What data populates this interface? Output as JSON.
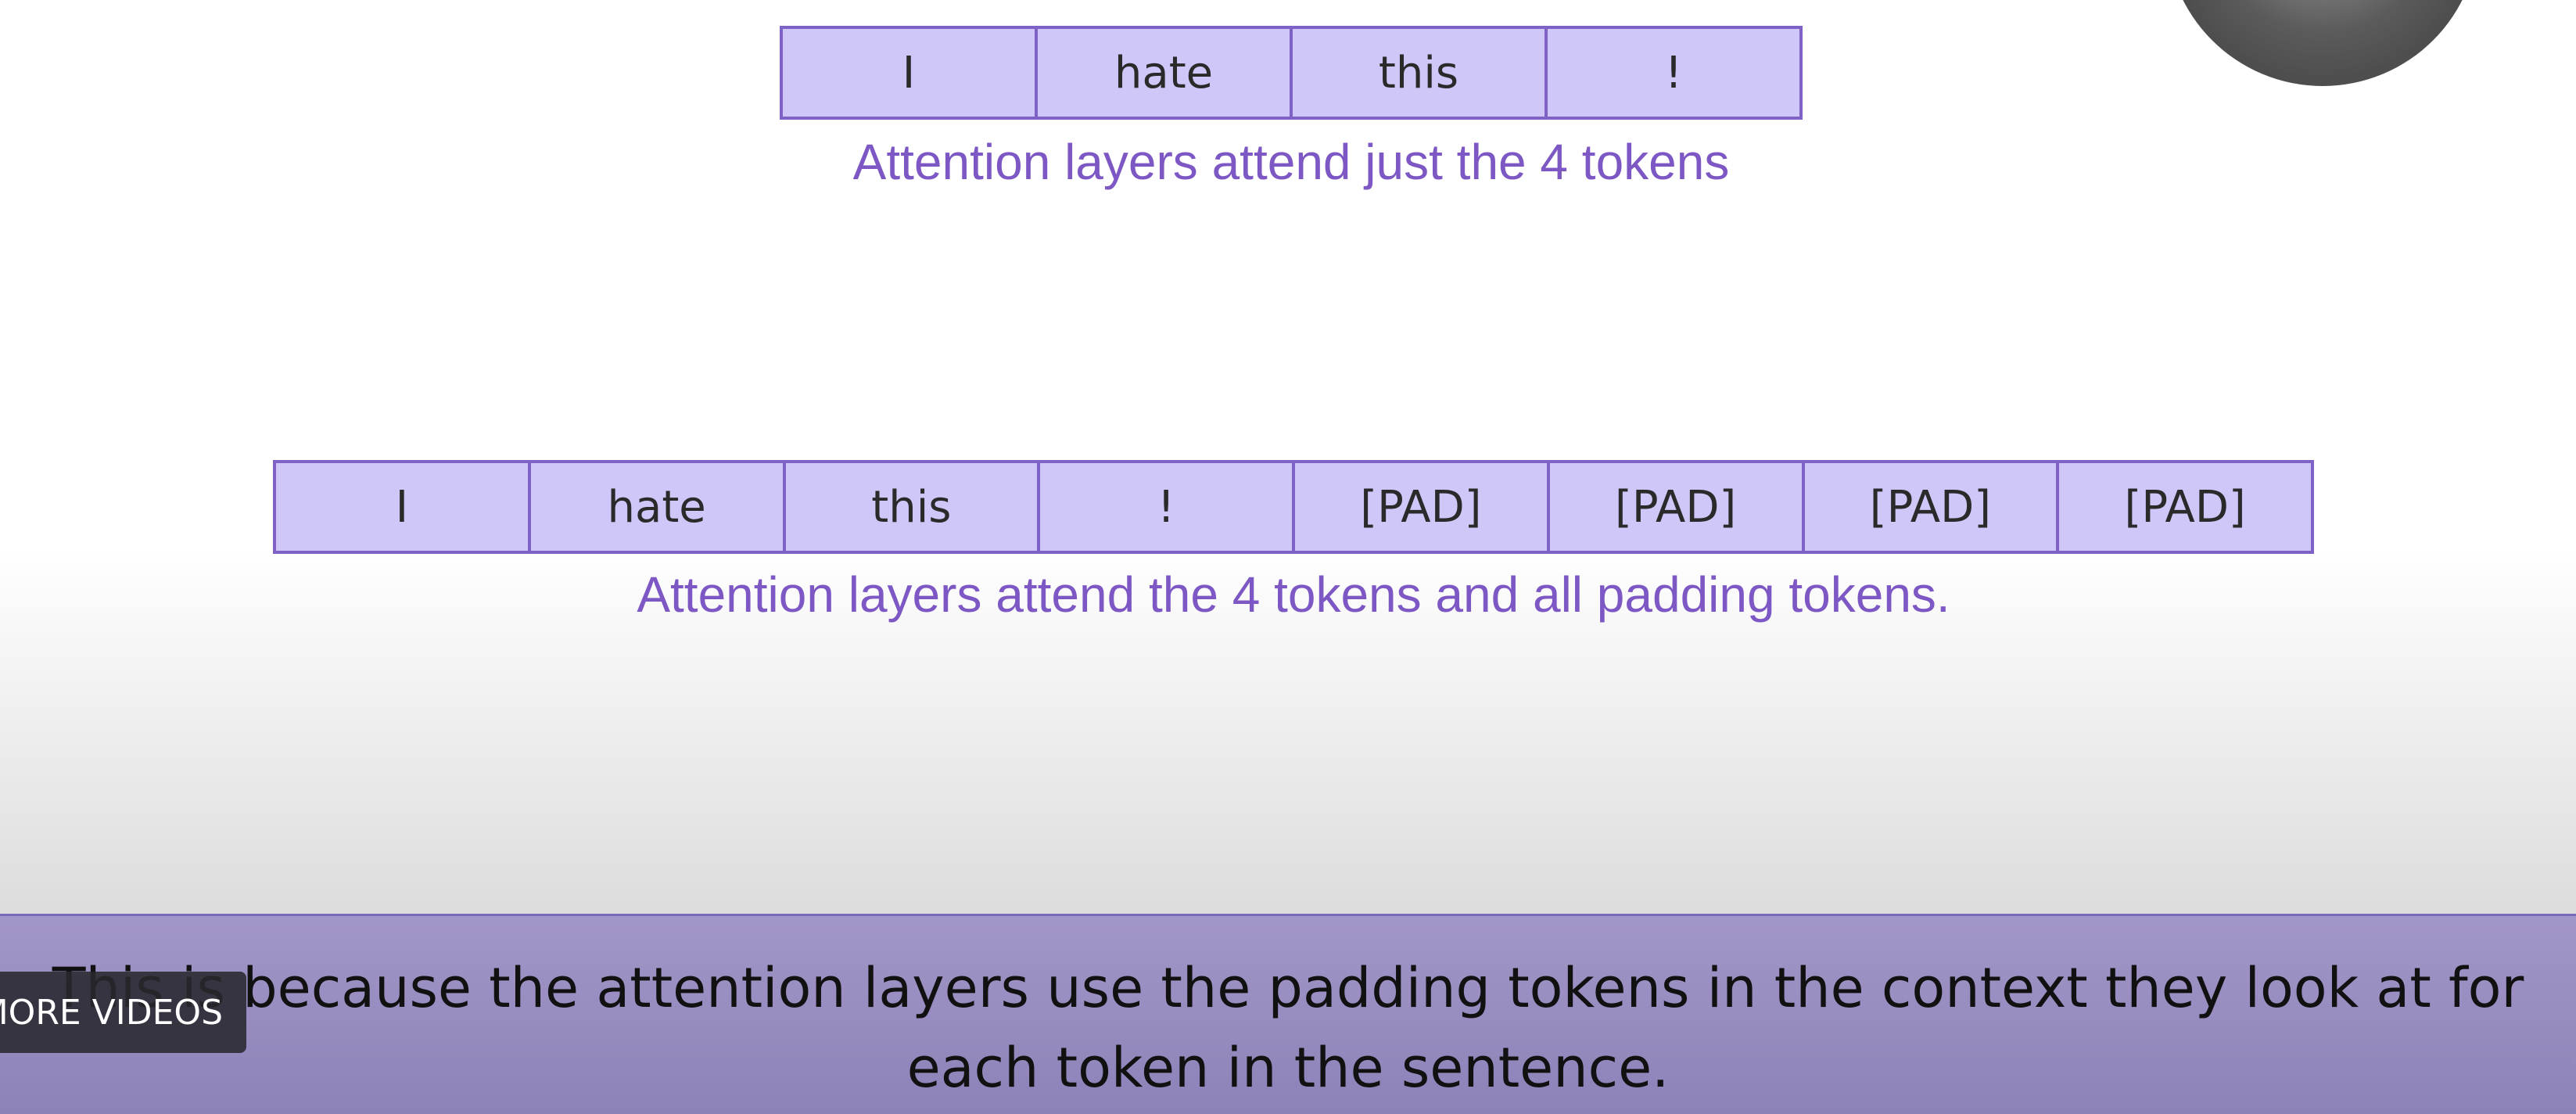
{
  "top_row": {
    "tokens": [
      "I",
      "hate",
      "this",
      "!"
    ],
    "caption": "Attention layers attend just the 4 tokens"
  },
  "bottom_row": {
    "tokens": [
      "I",
      "hate",
      "this",
      "!",
      "[PAD]",
      "[PAD]",
      "[PAD]",
      "[PAD]"
    ],
    "caption": "Attention layers attend the 4 tokens and all padding tokens."
  },
  "subtitle": {
    "line1": "This is because the attention layers use the padding tokens in the context they look at for",
    "line2": "each token in the sentence."
  },
  "overlay": {
    "more_videos_label": "MORE VIDEOS"
  },
  "colors": {
    "token_fill": "#cfc7f8",
    "token_border": "#7e62c6",
    "caption_text": "#7d57c4",
    "subtitle_bar": "#a396c8"
  }
}
